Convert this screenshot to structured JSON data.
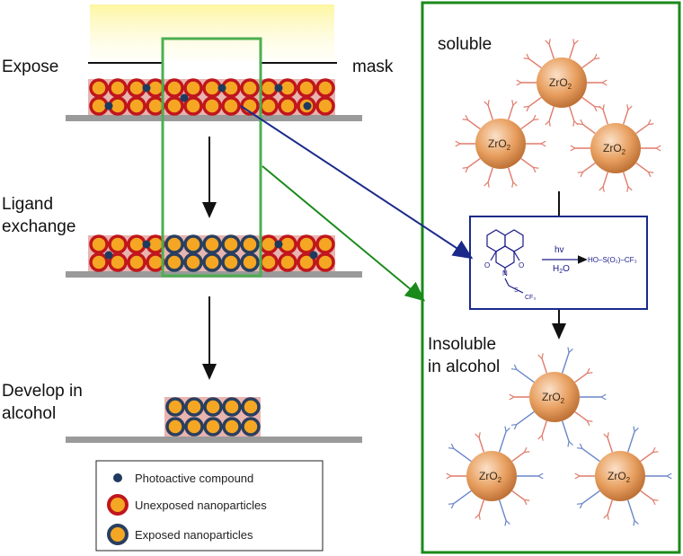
{
  "labels": {
    "expose": "Expose",
    "mask": "mask",
    "ligand_line1": "Ligand",
    "ligand_line2": "exchange",
    "develop_line1": "Develop in",
    "develop_line2": "alcohol"
  },
  "panel": {
    "soluble": "soluble",
    "insoluble_line1": "Insoluble",
    "insoluble_line2": "in alcohol",
    "particle_label": "ZrO",
    "particle_sub": "2"
  },
  "reaction": {
    "arrow_top": "hv",
    "arrow_bottom": "H",
    "arrow_bottom_sub": "2",
    "arrow_bottom_tail": "O",
    "product": "HO–S(O₂)–CF₃",
    "reactant_tail": "CF₃"
  },
  "legend": {
    "items": [
      {
        "label": "Photoactive compound",
        "color": "#1e3a5f"
      },
      {
        "label": "Unexposed nanoparticles",
        "color": "#c0161c"
      },
      {
        "label": "Exposed nanoparticles",
        "color": "#2a3f5f"
      }
    ]
  },
  "colors": {
    "panel_border": "#1a8a1a",
    "window_border": "#4caf50",
    "blue_arrow": "#1a2a8a",
    "green_arrow": "#1a8a1a",
    "film_bg": "#e8b4b0",
    "particle_core": "#f5a623",
    "zro2_ball": "#e8a060"
  }
}
